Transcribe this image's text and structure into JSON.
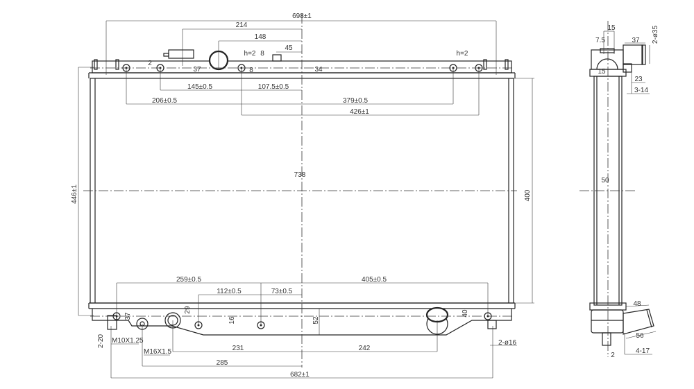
{
  "drawing": {
    "front_view": {
      "overall_width": "698±1",
      "dim_214": "214",
      "dim_148": "148",
      "dim_45": "45",
      "dim_145": "145±0.5",
      "dim_107_5": "107.5±0.5",
      "dim_206": "206±0.5",
      "dim_379": "379±0.5",
      "dim_426": "426±1",
      "core_width": "738",
      "core_height": "400",
      "overall_height": "446±1",
      "dim_259": "259±0.5",
      "dim_405": "405±0.5",
      "dim_112": "112±0.5",
      "dim_73": "73±0.5",
      "dim_231": "231",
      "dim_242": "242",
      "dim_285": "285",
      "bottom_width": "682±1",
      "thread_m10": "M10X1.25",
      "thread_m16": "M16X1.5",
      "pin_2_20": "2-20",
      "pin_2_d16": "2-ø16",
      "h_left": "h=2",
      "h_right": "h=2",
      "dim_8a": "8",
      "dim_8b": "8",
      "dim_2": "2",
      "dim_37_top": "37",
      "dim_34": "34",
      "dim_37_bot": "37",
      "dim_29": "29",
      "dim_16": "16",
      "dim_52": "52",
      "dim_40": "40"
    },
    "side_view": {
      "dim_15_top": "15",
      "dim_7_5": "7.5",
      "dim_37": "37",
      "dim_2_d35": "2-ø35",
      "dim_15": "15",
      "dim_23": "23",
      "dim_3_14": "3-14",
      "core_depth": "50",
      "dim_48": "48",
      "dim_56": "56",
      "dim_4_17": "4-17",
      "dim_2": "2"
    }
  }
}
